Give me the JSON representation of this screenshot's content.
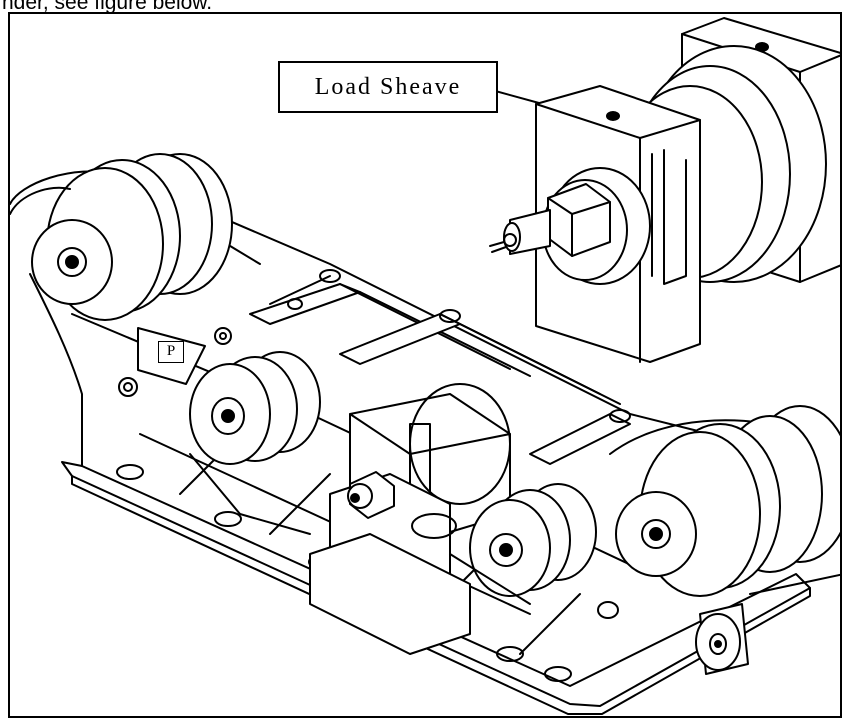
{
  "caption": "nder, see figure below.",
  "figure": {
    "callout_label": "Load Sheave",
    "part_marker": "P"
  }
}
